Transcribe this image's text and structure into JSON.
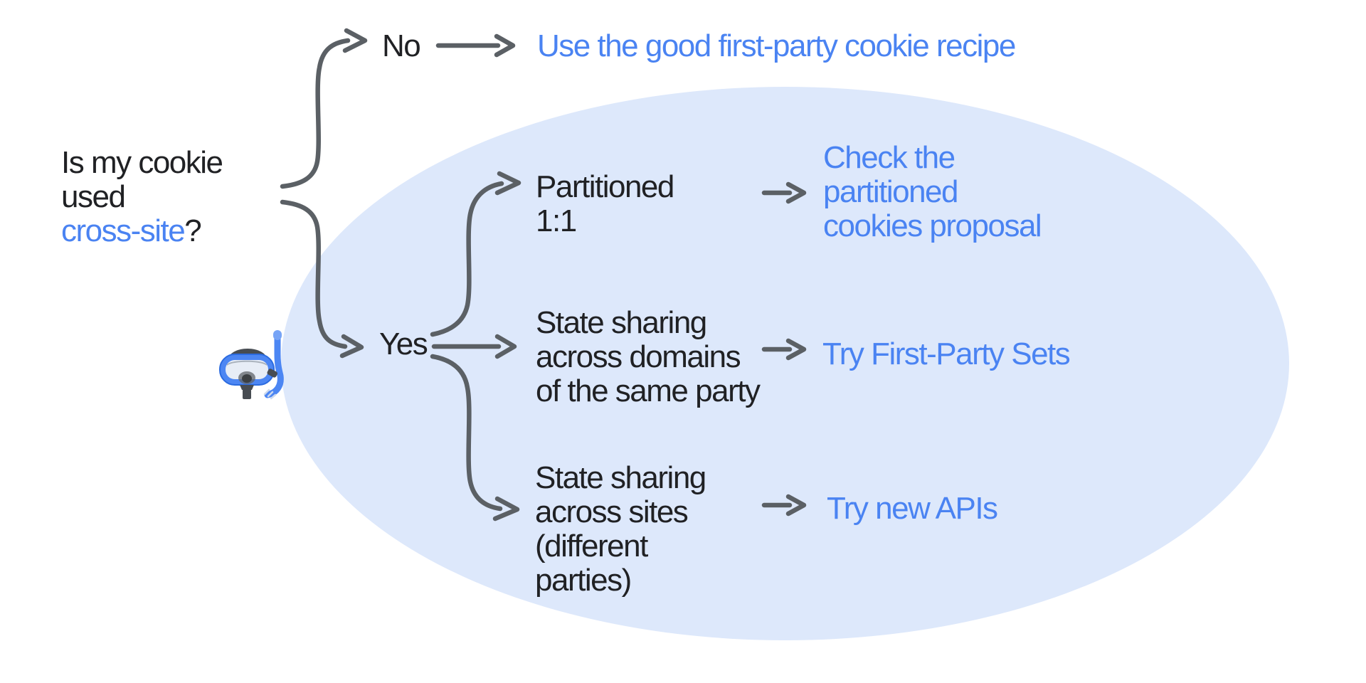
{
  "colors": {
    "background": "#ffffff",
    "text": "#202124",
    "link_blue": "#4a83f2",
    "arrow_gray": "#5b6065",
    "ellipse_blue": "#dde8fb"
  },
  "question": {
    "prefix": "Is my cookie\nused\n",
    "highlight": "cross-site",
    "suffix": "?"
  },
  "no_branch": {
    "label": "No",
    "result": "Use the good first-party cookie recipe"
  },
  "yes_branch": {
    "label": "Yes",
    "options": [
      {
        "condition": "Partitioned\n1:1",
        "result": "Check the\npartitioned\ncookies proposal"
      },
      {
        "condition": "State sharing\nacross domains\nof the same party",
        "result": "Try First-Party Sets"
      },
      {
        "condition": "State sharing\nacross sites\n(different\nparties)",
        "result": "Try new APIs"
      }
    ]
  },
  "icons": {
    "diving_mask": "diving-mask"
  }
}
